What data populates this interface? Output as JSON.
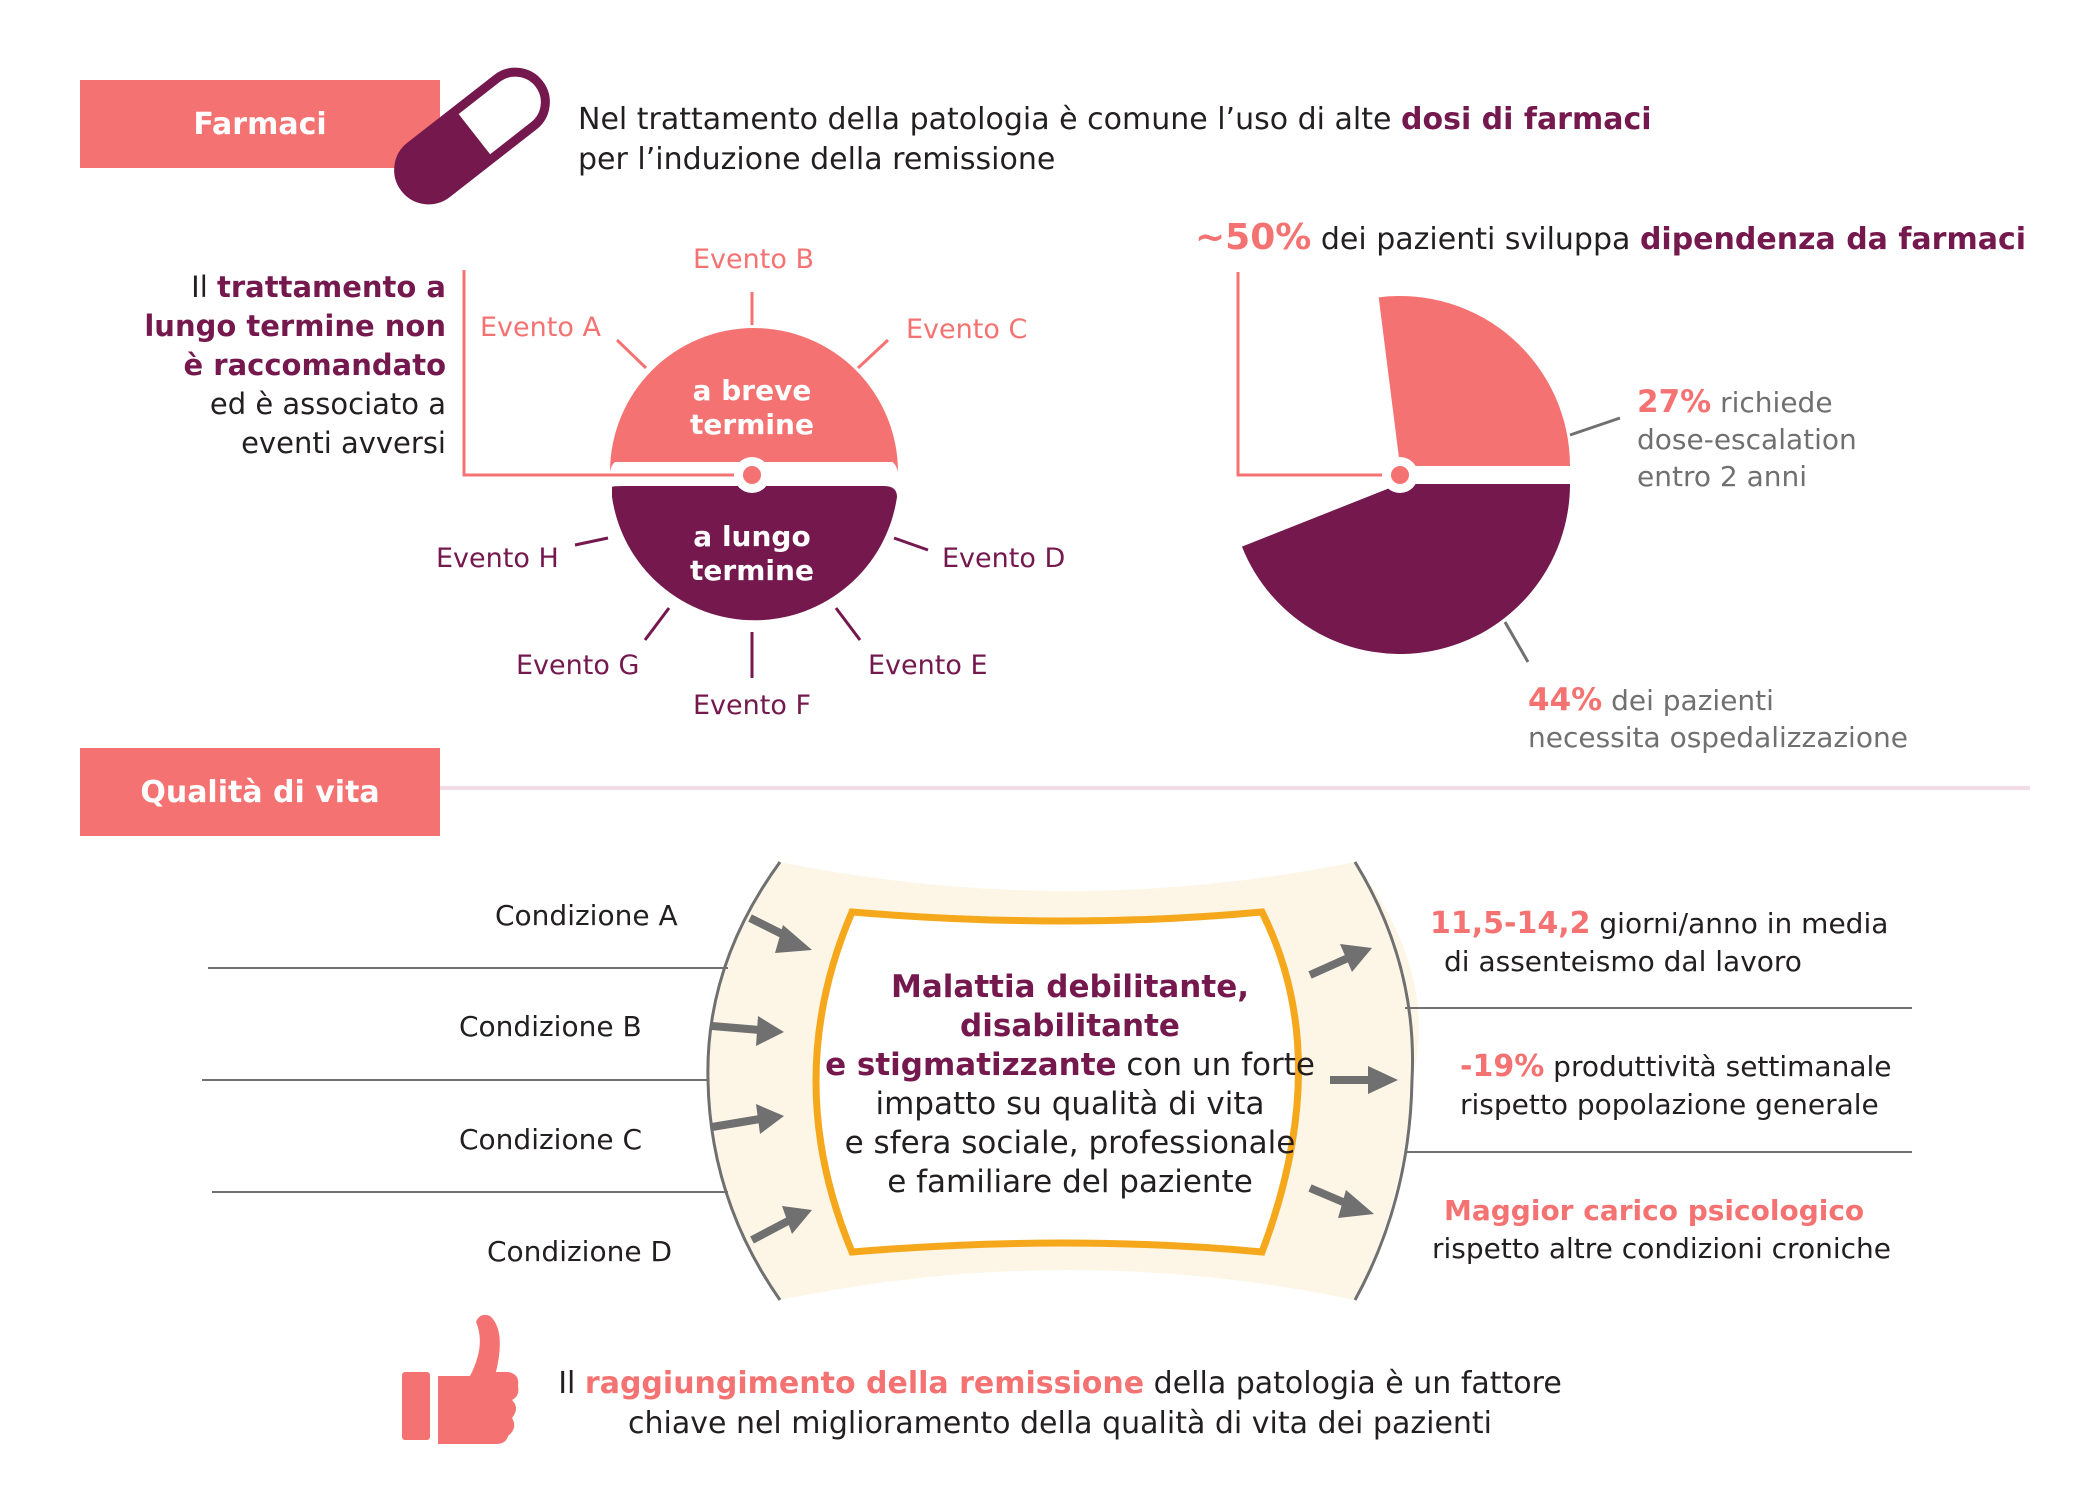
{
  "farmaci": {
    "tag": "Farmaci",
    "intro_1": "Nel trattamento della patologia è comune l’uso di alte ",
    "intro_hl": "dosi di farmaci",
    "intro_2": "per l’induzione della remissione",
    "icon": "pill-icon"
  },
  "treatment": {
    "l1_a": "Il ",
    "l1_b": "trattamento a",
    "l2": "lungo termine non",
    "l3": "è raccomandato",
    "l4": "ed è associato a",
    "l5": "eventi avversi",
    "short_label_1": "a breve",
    "short_label_2": "termine",
    "long_label_1": "a lungo",
    "long_label_2": "termine",
    "events_short": [
      "Evento A",
      "Evento B",
      "Evento C"
    ],
    "events_long": [
      "Evento D",
      "Evento E",
      "Evento F",
      "Evento G",
      "Evento H"
    ]
  },
  "dependence": {
    "pct": "~50%",
    "text_1": " dei pazienti sviluppa ",
    "text_hl": "dipendenza da farmaci",
    "slice1_pct": "27%",
    "slice1_text_1": " richiede",
    "slice1_text_2": "dose-escalation",
    "slice1_text_3": "entro 2 anni",
    "slice2_pct": "44%",
    "slice2_text_1": " dei pazienti",
    "slice2_text_2": "necessita ospedalizzazione"
  },
  "chart_data": {
    "type": "pie",
    "slices": [
      {
        "value": 27,
        "color": "#f47372"
      },
      {
        "value": 44,
        "color": "#74184d"
      }
    ]
  },
  "qualita": {
    "tag": "Qualità di vita",
    "conditions": [
      "Condizione A",
      "Condizione  B",
      "Condizione  C",
      "Condizione  D"
    ],
    "center_hl_1": "Malattia debilitante,",
    "center_hl_2": "disabilitante",
    "center_hl_3": "e stigmatizzante",
    "center_1": " con un forte",
    "center_2": "impatto su qualità di vita",
    "center_3": "e sfera sociale, professionale",
    "center_4": "e familiare del paziente",
    "out1_hl": "11,5-14,2",
    "out1_1": " giorni/anno in media",
    "out1_2": "di assenteismo dal lavoro",
    "out2_hl": "-19%",
    "out2_1": " produttività settimanale",
    "out2_2": "rispetto popolazione generale",
    "out3_hl": "Maggior carico psicologico",
    "out3_1": "rispetto altre condizioni croniche"
  },
  "footer": {
    "icon": "thumbs-up-icon",
    "t1_a": "Il ",
    "t1_hl": "raggiungimento della remissione",
    "t1_b": " della patologia è un fattore",
    "t2": "chiave nel miglioramento della qualità di vita dei pazienti"
  },
  "colors": {
    "coral": "#f47372",
    "plum": "#74184d",
    "orange": "#f5a81c",
    "cream": "#fdf6e7",
    "grey": "#707070"
  }
}
